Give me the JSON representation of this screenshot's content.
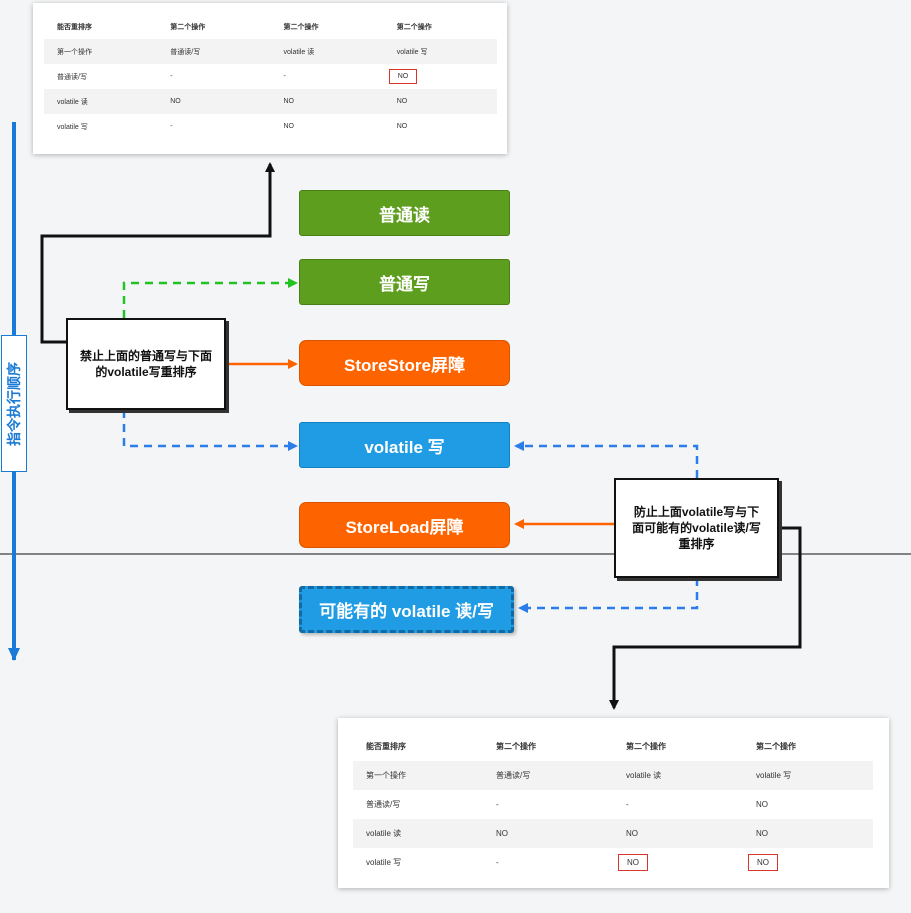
{
  "table_top": {
    "rows": [
      [
        "能否重排序",
        "第二个操作",
        "第二个操作",
        "第二个操作"
      ],
      [
        "第一个操作",
        "普通读/写",
        "volatile 读",
        "volatile 写"
      ],
      [
        "普通读/写",
        "-",
        "-",
        "NO"
      ],
      [
        "volatile 读",
        "NO",
        "NO",
        "NO"
      ],
      [
        "volatile 写",
        "-",
        "NO",
        "NO"
      ]
    ]
  },
  "table_bottom": {
    "rows": [
      [
        "能否重排序",
        "第二个操作",
        "第二个操作",
        "第二个操作"
      ],
      [
        "第一个操作",
        "普通读/写",
        "volatile 读",
        "volatile 写"
      ],
      [
        "普通读/写",
        "-",
        "-",
        "NO"
      ],
      [
        "volatile 读",
        "NO",
        "NO",
        "NO"
      ],
      [
        "volatile 写",
        "-",
        "NO",
        "NO"
      ]
    ]
  },
  "blocks": {
    "normal_read": "普通读",
    "normal_write": "普通写",
    "storestore": "StoreStore屏障",
    "volatile_write": "volatile 写",
    "storeload": "StoreLoad屏障",
    "possible_volatile": "可能有的 volatile 读/写"
  },
  "notes": {
    "left_line1": "禁止上面的普通写与下面",
    "left_line2": "的volatile写重排序",
    "right_line1": "防止上面volatile写与下",
    "right_line2": "面可能有的volatile读/写",
    "right_line3": "重排序"
  },
  "axis_label": "指令执行顺序",
  "colors": {
    "green": "#5e9e1f",
    "orange": "#fd6400",
    "blue": "#1f9ce4",
    "axis_blue": "#1a7bd6",
    "highlight_red": "#d8362b",
    "dash_green": "#22c322",
    "dash_blue": "#2b7de9"
  }
}
